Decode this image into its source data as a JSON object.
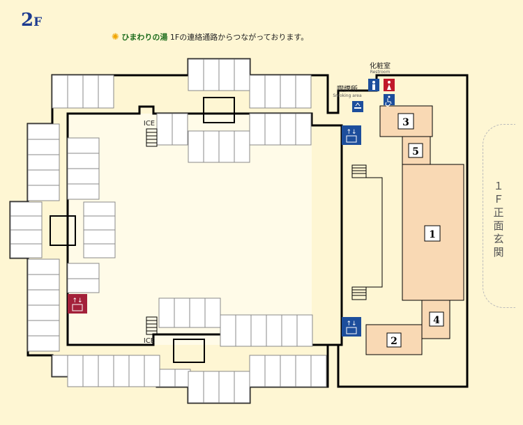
{
  "floor": {
    "main": "2",
    "suffix": "F"
  },
  "notice": {
    "brand": "ひまわりの湯",
    "text": "1Fの連絡通路からつながっております。"
  },
  "labels": {
    "restroom_ja": "化粧室",
    "restroom_en": "Restroom",
    "smoking_ja": "喫煙所",
    "smoking_en": "Smoking area",
    "ice_upper": "ICE",
    "ice_lower": "ICE"
  },
  "rooms": [
    "1",
    "2",
    "3",
    "4",
    "5"
  ],
  "entrance": "１Ｆ正面玄関",
  "colors": {
    "background": "#fef6d3",
    "room": "#f9d9b4",
    "elevator_blue": "#1d4e9c",
    "elevator_red": "#a3213a",
    "restroom_male": "#1d4e9c",
    "restroom_female": "#c0182a"
  }
}
